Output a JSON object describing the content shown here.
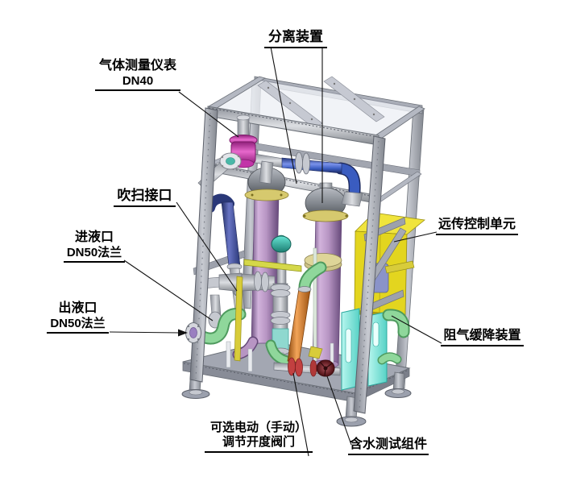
{
  "page": {
    "background": "#ffffff",
    "description_type": "3D CAD illustration of skid-mounted gas-liquid separation test unit with callout labels"
  },
  "annotations": {
    "separation_device": {
      "text": "分离装置"
    },
    "gas_meter": {
      "line1": "气体测量仪表",
      "line2": "DN40"
    },
    "purge_port": {
      "text": "吹扫接口"
    },
    "liquid_inlet": {
      "line1": "进液口",
      "line2": "DN50法兰"
    },
    "liquid_outlet": {
      "line1": "出液口",
      "line2": "DN50法兰"
    },
    "remote_control_unit": {
      "text": "远传控制单元"
    },
    "gas_barrier_buffer": {
      "text": "阻气缓降装置"
    },
    "adjustable_valve": {
      "line1": "可选电动（手动）",
      "line2": "调节开度阀门"
    },
    "water_test_module": {
      "text": "含水测试组件"
    }
  },
  "colors": {
    "background": "#ffffff",
    "frame": "#9ba0ad",
    "frame_dark": "#6b7078",
    "glass": "#eef0f5",
    "column_purple": "#b795c3",
    "pipe_blue": "#3a5cc0",
    "pipe_navy": "#3d4d9e",
    "pipe_green": "#8fd79b",
    "pipe_orange": "#d4731f",
    "control_box_yellow": "#e3d51f",
    "panel_cyan": "#7ce3da",
    "valve_magenta": "#c235a8",
    "valve_maroon": "#7c2430",
    "instrument_teal": "#2fa898",
    "bracket_khaki": "#d6c96e",
    "deck": "#a3a7b2",
    "leader_line": "#111111",
    "label_text": "#000000"
  }
}
